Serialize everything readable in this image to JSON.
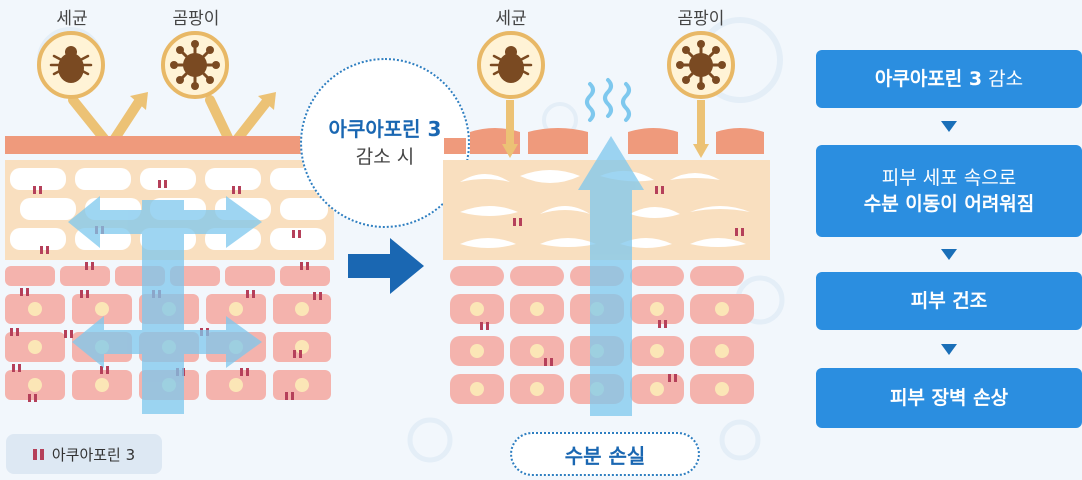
{
  "left_panel": {
    "label_bacteria": "세균",
    "label_fungus": "곰팡이"
  },
  "right_panel": {
    "label_bacteria": "세균",
    "label_fungus": "곰팡이"
  },
  "callout": {
    "line1": "아쿠아포린 3",
    "line2": "감소 시"
  },
  "legend": {
    "label": "아쿠아포린 3"
  },
  "water_loss": {
    "label": "수분 손실"
  },
  "steps": [
    {
      "bold": "아쿠아포린 3",
      "normal": " 감소"
    },
    {
      "normal": "피부 세포 속으로",
      "bold": "수분 이동이 어려워짐"
    },
    {
      "bold": "피부 건조"
    },
    {
      "bold": "피부 장벽 손상"
    }
  ],
  "colors": {
    "accent": "#2b8ee0",
    "aquaporin": "#b5405a",
    "skin_top": "#ef9a7c",
    "cell": "#f4b3ad",
    "water": "#7ec8ee"
  }
}
